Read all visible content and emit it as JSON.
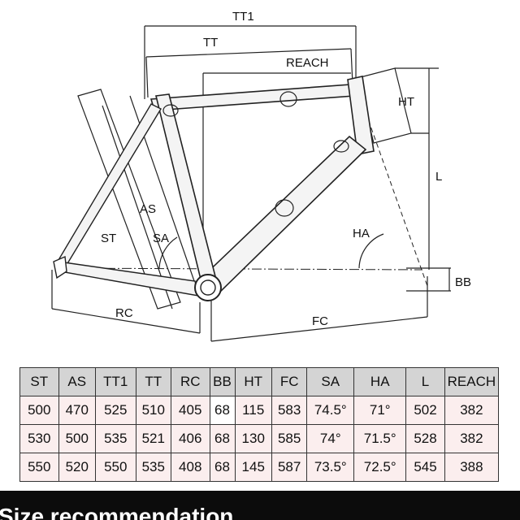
{
  "diagram": {
    "labels": {
      "tt1": "TT1",
      "tt": "TT",
      "reach": "REACH",
      "ht": "HT",
      "l": "L",
      "as": "AS",
      "st": "ST",
      "sa": "SA",
      "ha": "HA",
      "bb": "BB",
      "rc": "RC",
      "fc": "FC"
    }
  },
  "table": {
    "headers": [
      "ST",
      "AS",
      "TT1",
      "TT",
      "RC",
      "BB",
      "HT",
      "FC",
      "SA",
      "HA",
      "L",
      "REACH"
    ],
    "rows": [
      [
        "500",
        "470",
        "525",
        "510",
        "405",
        "68",
        "115",
        "583",
        "74.5°",
        "71°",
        "502",
        "382"
      ],
      [
        "530",
        "500",
        "535",
        "521",
        "406",
        "68",
        "130",
        "585",
        "74°",
        "71.5°",
        "528",
        "382"
      ],
      [
        "550",
        "520",
        "550",
        "535",
        "408",
        "68",
        "145",
        "587",
        "73.5°",
        "72.5°",
        "545",
        "388"
      ]
    ]
  },
  "footer": {
    "title": "Size recommendation"
  }
}
